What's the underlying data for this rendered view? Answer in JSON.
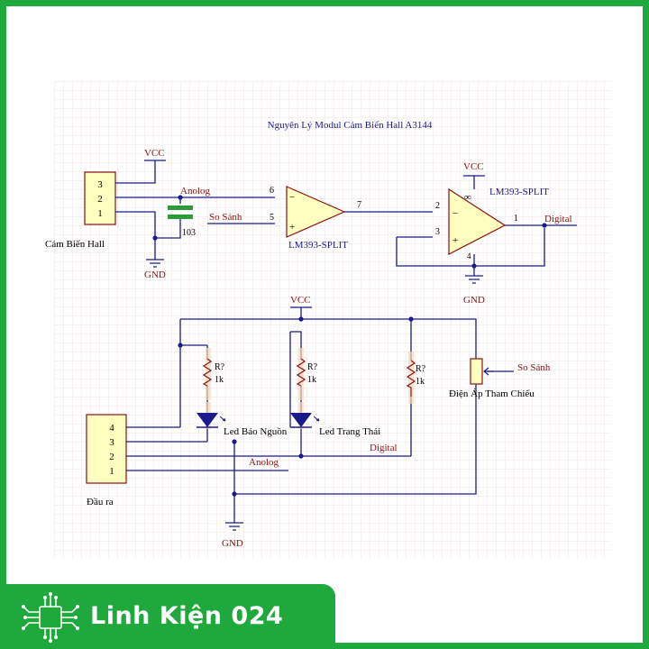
{
  "title": "Nguyên Lý Modul Cảm Biến Hall A3144",
  "labels": {
    "vcc": "VCC",
    "gnd": "GND",
    "anolog": "Anolog",
    "so_sanh": "So Sánh",
    "cap_value": "103",
    "sensor_name": "Cảm Biến Hall",
    "opamp_name": "LM393-SPLIT",
    "digital": "Digital",
    "infinity": "∞",
    "four": "4",
    "res_name": "R?",
    "res_value": "1k",
    "led_power": "Led Báo Nguồn",
    "led_status": "Led Trang Thái",
    "vref": "Điện Áp Tham Chiếu",
    "output_name": "Đầu ra"
  },
  "sensor_pins": [
    "3",
    "2",
    "1"
  ],
  "output_pins": [
    "4",
    "3",
    "2",
    "1"
  ],
  "opamp1_pins": {
    "in_neg": "6",
    "in_pos": "5",
    "out": "7"
  },
  "opamp2_pins": {
    "in_neg": "2",
    "in_pos": "3",
    "out": "1"
  },
  "brand": "Linh Kiện 024",
  "colors": {
    "frame": "#1fa83c",
    "wire": "#1a1a8c",
    "label": "#8b1010",
    "component_fill": "#ffffc0",
    "grid": "#f1e3e3"
  }
}
